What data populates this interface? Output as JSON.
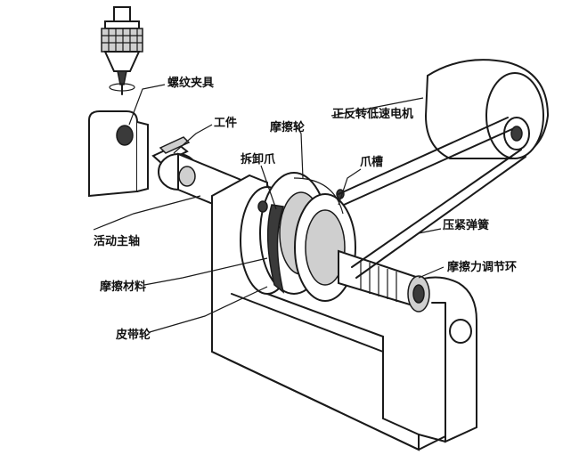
{
  "labels": {
    "thread_chuck": "螺纹夹具",
    "workpiece": "工件",
    "friction_wheel": "摩擦轮",
    "reversible_low_speed_motor": "正反转低速电机",
    "detach_claw": "拆卸爪",
    "claw_slot": "爪槽",
    "movable_spindle": "活动主轴",
    "compression_spring": "压紧弹簧",
    "friction_adjust_ring": "摩擦力调节环",
    "friction_material": "摩擦材料",
    "belt_pulley": "皮带轮"
  }
}
